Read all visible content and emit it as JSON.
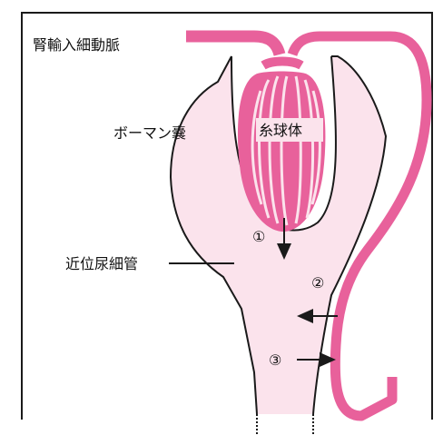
{
  "labels": {
    "afferent_arteriole": "腎輸入細動脈",
    "bowman_capsule": "ボーマン嚢",
    "glomerulus": "糸球体",
    "proximal_tubule": "近位尿細管"
  },
  "steps": [
    {
      "mark": "①"
    },
    {
      "mark": "②"
    },
    {
      "mark": "③"
    }
  ],
  "colors": {
    "vessel": "#e8619b",
    "capsule_fill": "#fbe3ec",
    "outline": "#1a1a1a"
  }
}
